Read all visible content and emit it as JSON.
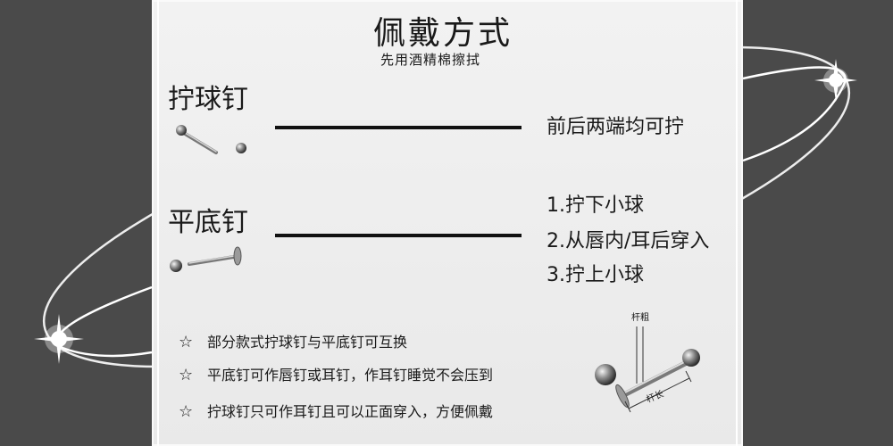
{
  "title": "佩戴方式",
  "subtitle": "先用酒精棉擦拭",
  "section_ball": {
    "name": "拧球钉",
    "note": "前后两端均可拧"
  },
  "section_flat": {
    "name": "平底钉",
    "steps": [
      "1.拧下小球",
      "2.从唇内/耳后穿入",
      "3.拧上小球"
    ]
  },
  "tips": {
    "star": "☆",
    "items": [
      "部分款式拧球钉与平底钉可互换",
      "平底钉可作唇钉或耳钉，作耳钉睡觉不会压到",
      "拧球钉只可作耳钉且可以正面穿入，方便佩戴"
    ]
  },
  "diagram": {
    "thickness_label": "杆粗",
    "length_label": "杆长"
  },
  "colors": {
    "background": "#4a4a4a",
    "panel": "#eeeeee",
    "text": "#1a1a1a",
    "metal": "#8a8a8a",
    "orbit": "#ffffff"
  }
}
